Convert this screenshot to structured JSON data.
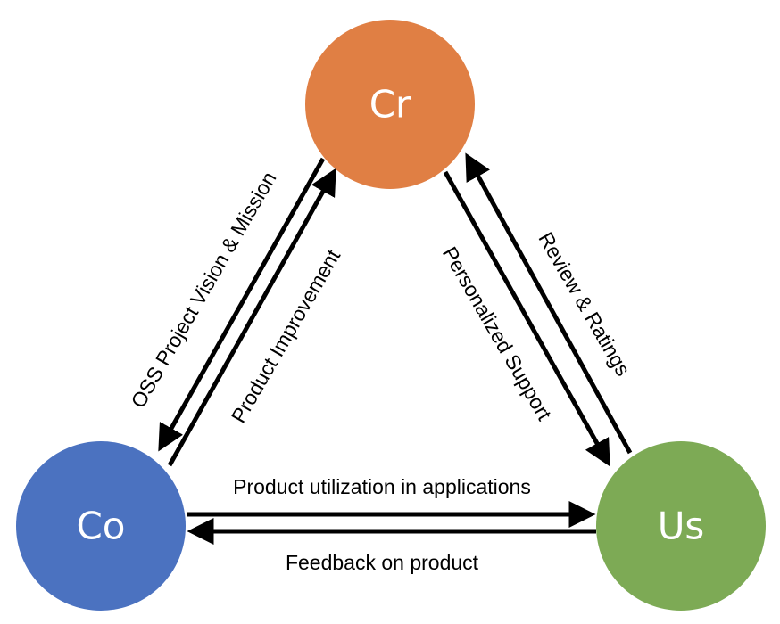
{
  "nodes": {
    "creator": {
      "label": "Cr",
      "color": "#E07F44"
    },
    "contributor": {
      "label": "Co",
      "color": "#4B72C0"
    },
    "user": {
      "label": "Us",
      "color": "#7DAA55"
    }
  },
  "edges": {
    "vision_mission": "OSS Project Vision & Mission",
    "product_improvement": "Product Improvement",
    "personalized_support": "Personalized Support",
    "review_ratings": "Review & Ratings",
    "product_utilization": "Product utilization in applications",
    "feedback": "Feedback on product"
  },
  "colors": {
    "arrow": "#000000",
    "text": "#000000"
  }
}
